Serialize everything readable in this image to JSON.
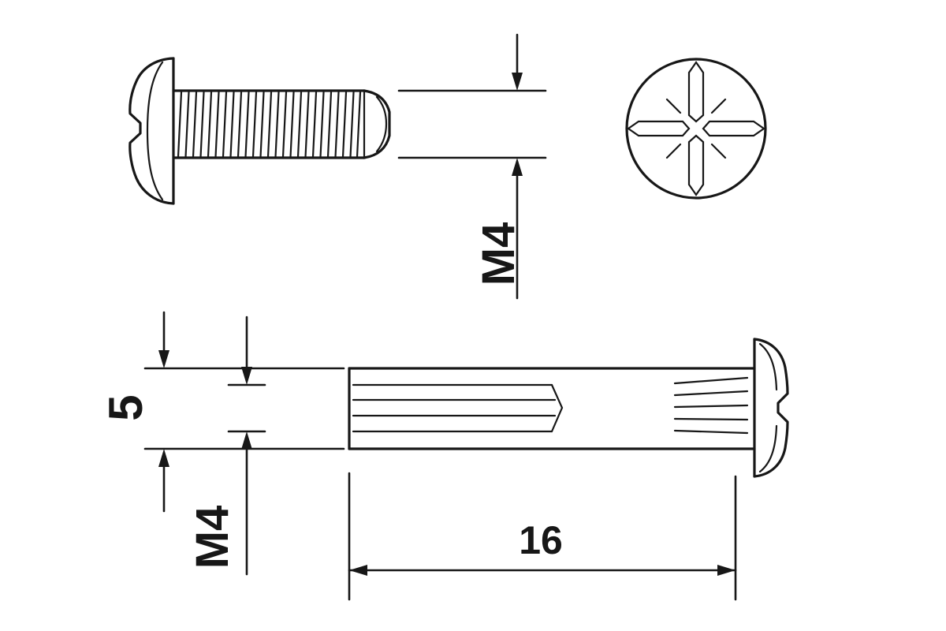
{
  "colors": {
    "background": "#ffffff",
    "line": "#171717"
  },
  "labels": {
    "thread_dia_top": "M4",
    "outer_diameter": "5",
    "thread_dia_bottom": "M4",
    "length": "16"
  }
}
